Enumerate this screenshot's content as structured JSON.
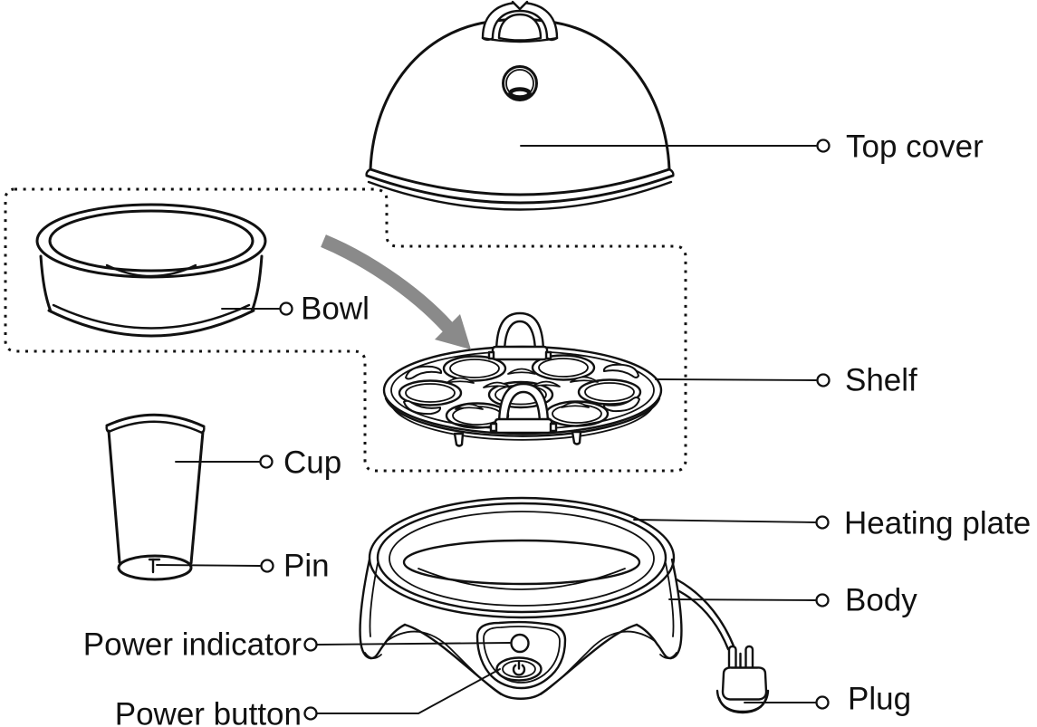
{
  "labels": {
    "top_cover": "Top cover",
    "bowl": "Bowl",
    "shelf": "Shelf",
    "cup": "Cup",
    "pin": "Pin",
    "heating_plate": "Heating plate",
    "body": "Body",
    "power_indicator": "Power indicator",
    "power_button": "Power button",
    "plug": "Plug"
  },
  "icons": {
    "power": "power-standby-symbol",
    "placement_arrow": "gray-curved-arrow"
  },
  "colors": {
    "line": "#111111",
    "arrow": "#8a8a8a",
    "background": "#ffffff"
  }
}
